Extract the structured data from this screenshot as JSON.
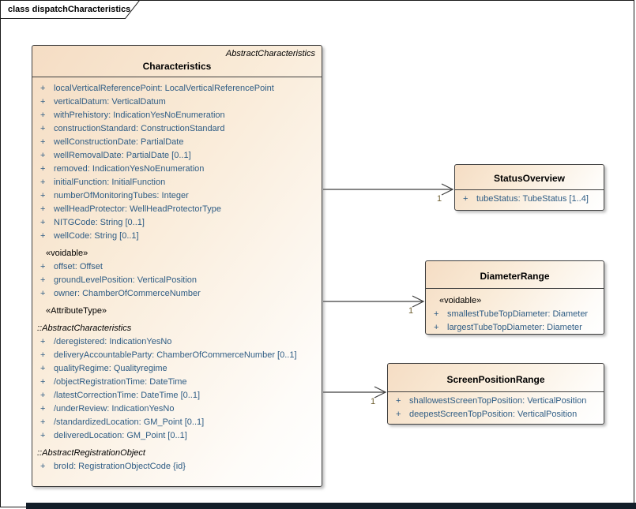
{
  "diagram": {
    "title": "class dispatchCharacteristics"
  },
  "colors": {
    "box_fill_start": "#f5ddc4",
    "box_fill_end": "#ffffff",
    "box_border": "#3f3f3f",
    "attribute_text": "#2e5c84",
    "label_text": "#000000",
    "multiplicity_text": "#6e5f31",
    "bottom_strip": "#131e29"
  },
  "main_class": {
    "stereotype": "AbstractCharacteristics",
    "name": "Characteristics",
    "items": [
      {
        "kind": "attr",
        "vis": "+",
        "text": "localVerticalReferencePoint: LocalVerticalReferencePoint"
      },
      {
        "kind": "attr",
        "vis": "+",
        "text": "verticalDatum: VerticalDatum"
      },
      {
        "kind": "attr",
        "vis": "+",
        "text": "withPrehistory: IndicationYesNoEnumeration"
      },
      {
        "kind": "attr",
        "vis": "+",
        "text": "constructionStandard: ConstructionStandard"
      },
      {
        "kind": "attr",
        "vis": "+",
        "text": "wellConstructionDate: PartialDate"
      },
      {
        "kind": "attr",
        "vis": "+",
        "text": "wellRemovalDate: PartialDate [0..1]"
      },
      {
        "kind": "attr",
        "vis": "+",
        "text": "removed: IndicationYesNoEnumeration"
      },
      {
        "kind": "attr",
        "vis": "+",
        "text": "initialFunction: InitialFunction"
      },
      {
        "kind": "attr",
        "vis": "+",
        "text": "numberOfMonitoringTubes: Integer"
      },
      {
        "kind": "attr",
        "vis": "+",
        "text": "wellHeadProtector: WellHeadProtectorType"
      },
      {
        "kind": "attr",
        "vis": "+",
        "text": "NITGCode: String [0..1]"
      },
      {
        "kind": "attr",
        "vis": "+",
        "text": "wellCode: String [0..1]"
      },
      {
        "kind": "group",
        "text": "«voidable»"
      },
      {
        "kind": "attr",
        "vis": "+",
        "text": "offset: Offset"
      },
      {
        "kind": "attr",
        "vis": "+",
        "text": "groundLevelPosition: VerticalPosition"
      },
      {
        "kind": "attr",
        "vis": "+",
        "text": "owner: ChamberOfCommerceNumber"
      },
      {
        "kind": "group",
        "text": "«AttributeType»"
      },
      {
        "kind": "inherit",
        "text": "::AbstractCharacteristics"
      },
      {
        "kind": "attr",
        "vis": "+",
        "text": "/deregistered: IndicationYesNo"
      },
      {
        "kind": "attr",
        "vis": "+",
        "text": "deliveryAccountableParty: ChamberOfCommerceNumber [0..1]"
      },
      {
        "kind": "attr",
        "vis": "+",
        "text": "qualityRegime: Qualityregime"
      },
      {
        "kind": "attr",
        "vis": "+",
        "text": "/objectRegistrationTime: DateTime"
      },
      {
        "kind": "attr",
        "vis": "+",
        "text": "/latestCorrectionTime: DateTime [0..1]"
      },
      {
        "kind": "attr",
        "vis": "+",
        "text": "/underReview: IndicationYesNo"
      },
      {
        "kind": "attr",
        "vis": "+",
        "text": "/standardizedLocation: GM_Point [0..1]"
      },
      {
        "kind": "attr",
        "vis": "+",
        "text": "deliveredLocation: GM_Point [0..1]"
      },
      {
        "kind": "inherit",
        "text": "::AbstractRegistrationObject"
      },
      {
        "kind": "attr",
        "vis": "+",
        "text": "broId: RegistrationObjectCode {id}"
      }
    ]
  },
  "status_overview": {
    "name": "StatusOverview",
    "items": [
      {
        "kind": "attr",
        "vis": "+",
        "text": "tubeStatus: TubeStatus [1..4]"
      }
    ]
  },
  "diameter_range": {
    "name": "DiameterRange",
    "items": [
      {
        "kind": "group",
        "text": "«voidable»"
      },
      {
        "kind": "attr",
        "vis": "+",
        "text": "smallestTubeTopDiameter: Diameter"
      },
      {
        "kind": "attr",
        "vis": "+",
        "text": "largestTubeTopDiameter: Diameter"
      }
    ]
  },
  "screen_position_range": {
    "name": "ScreenPositionRange",
    "items": [
      {
        "kind": "attr",
        "vis": "+",
        "text": "shallowestScreenTopPosition: VerticalPosition"
      },
      {
        "kind": "attr",
        "vis": "+",
        "text": "deepestScreenTopPosition: VerticalPosition"
      }
    ]
  },
  "connectors": [
    {
      "target": "StatusOverview",
      "multiplicity": "1"
    },
    {
      "target": "DiameterRange",
      "multiplicity": "1"
    },
    {
      "target": "ScreenPositionRange",
      "multiplicity": "1"
    }
  ]
}
